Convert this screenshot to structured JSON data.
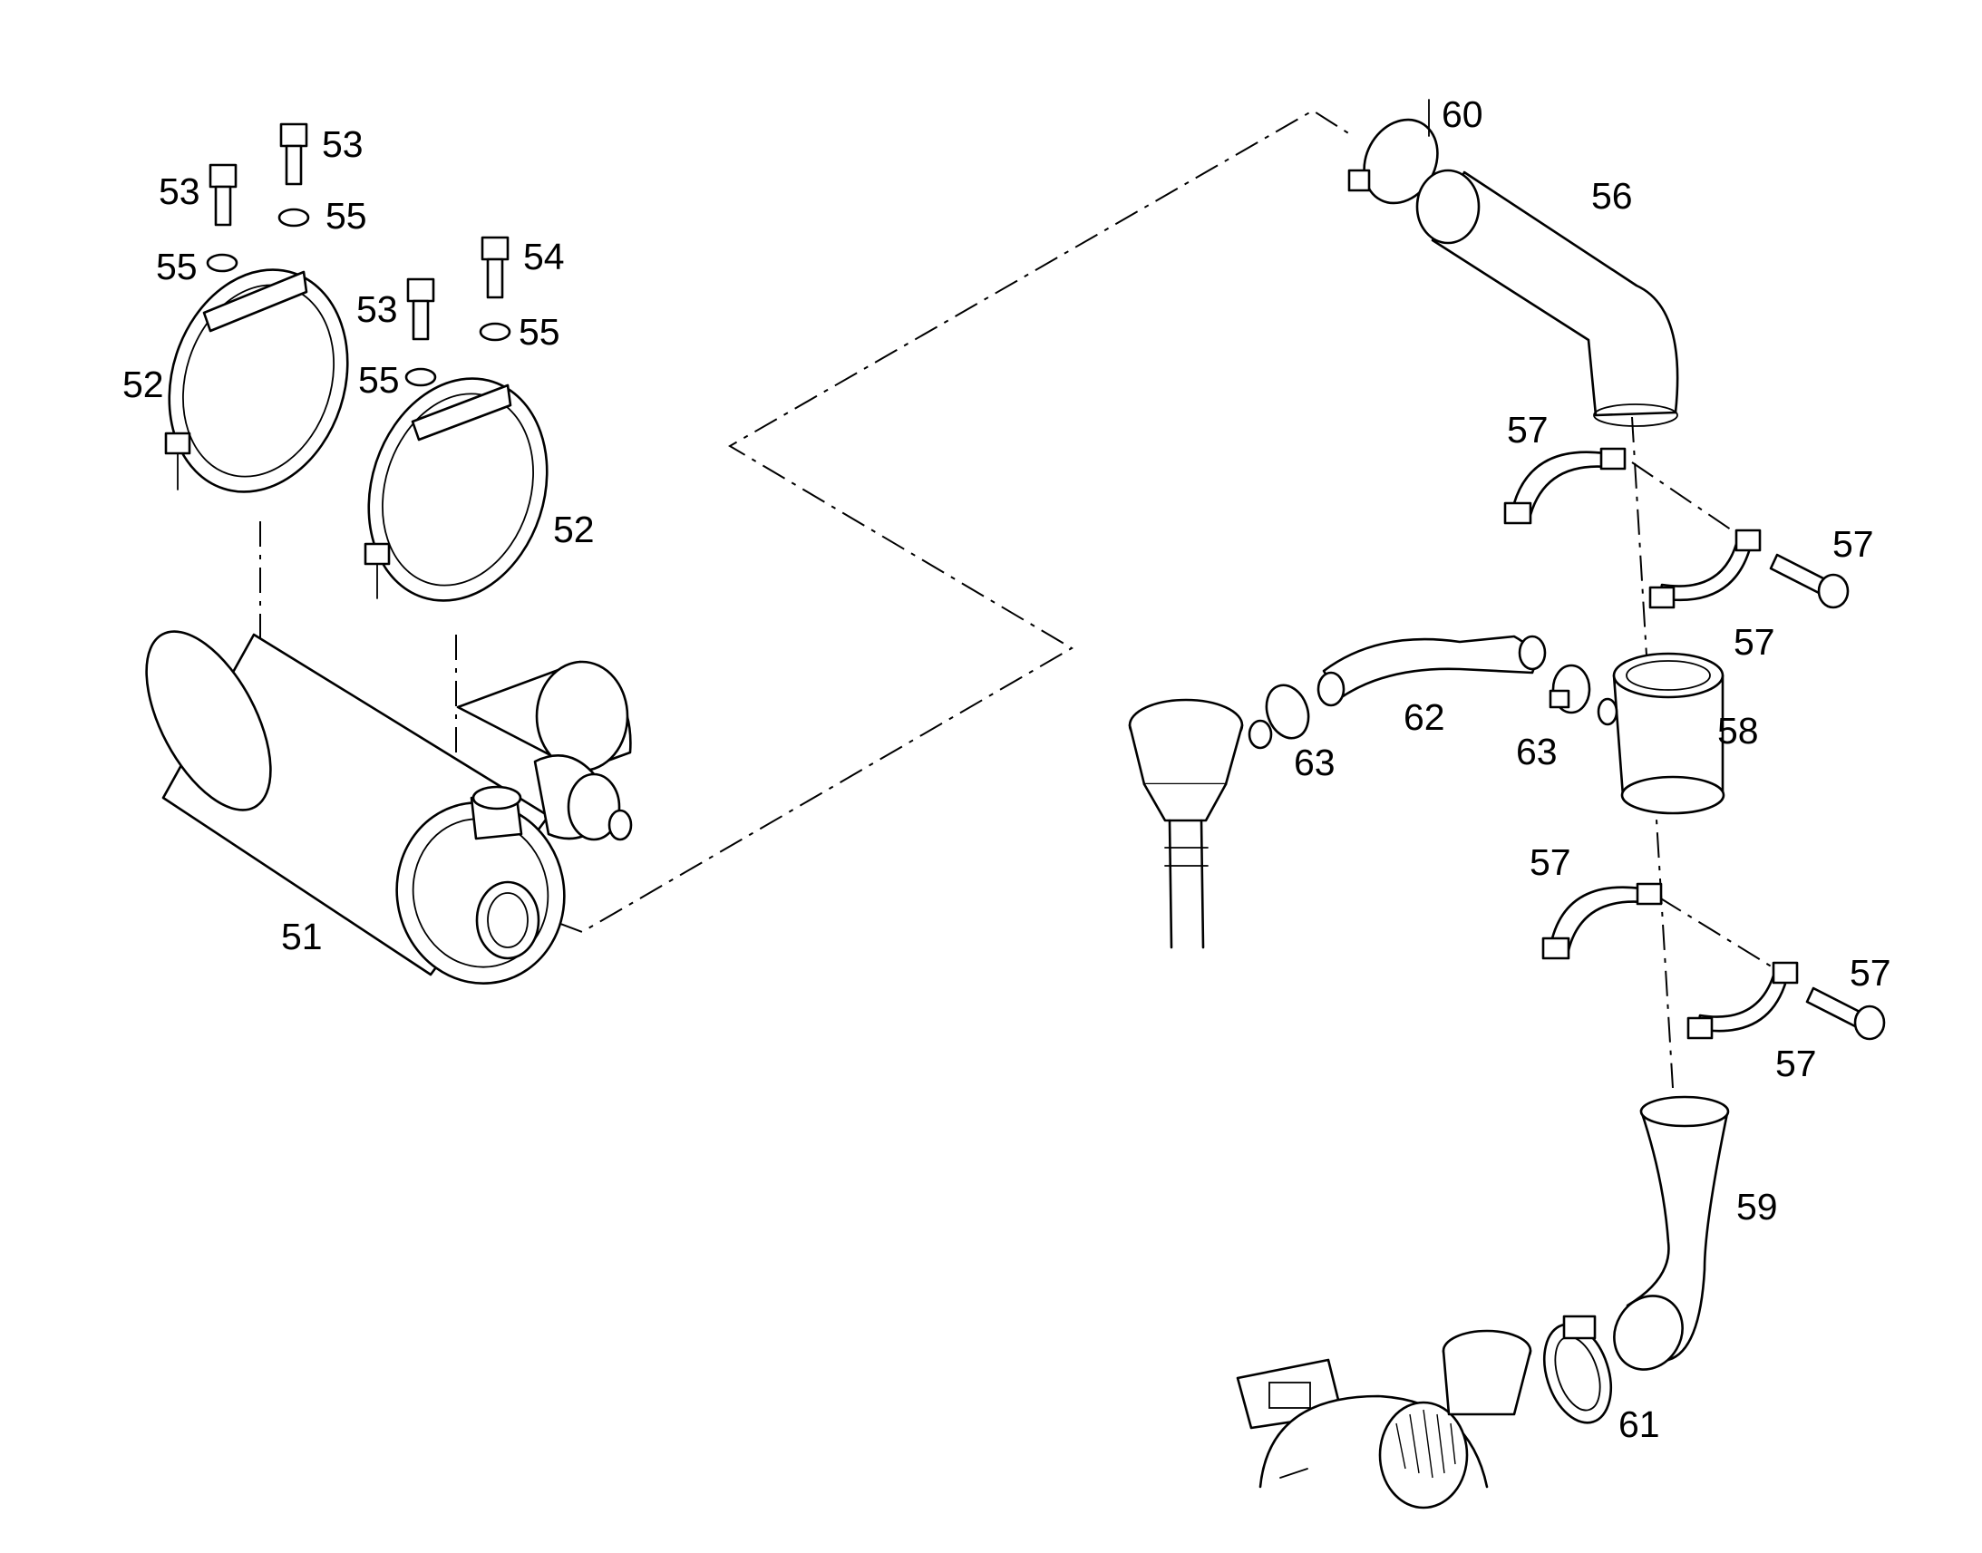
{
  "colors": {
    "line": "#000000",
    "background": "#ffffff"
  },
  "callouts": {
    "c51": "51",
    "c52a": "52",
    "c52b": "52",
    "c53a": "53",
    "c53b": "53",
    "c53c": "53",
    "c54": "54",
    "c55a": "55",
    "c55b": "55",
    "c55c": "55",
    "c55d": "55",
    "c56": "56",
    "c57a": "57",
    "c57b": "57",
    "c57c": "57",
    "c57d": "57",
    "c57e": "57",
    "c57f": "57",
    "c58": "58",
    "c59": "59",
    "c60": "60",
    "c61": "61",
    "c62": "62",
    "c63a": "63",
    "c63b": "63"
  }
}
